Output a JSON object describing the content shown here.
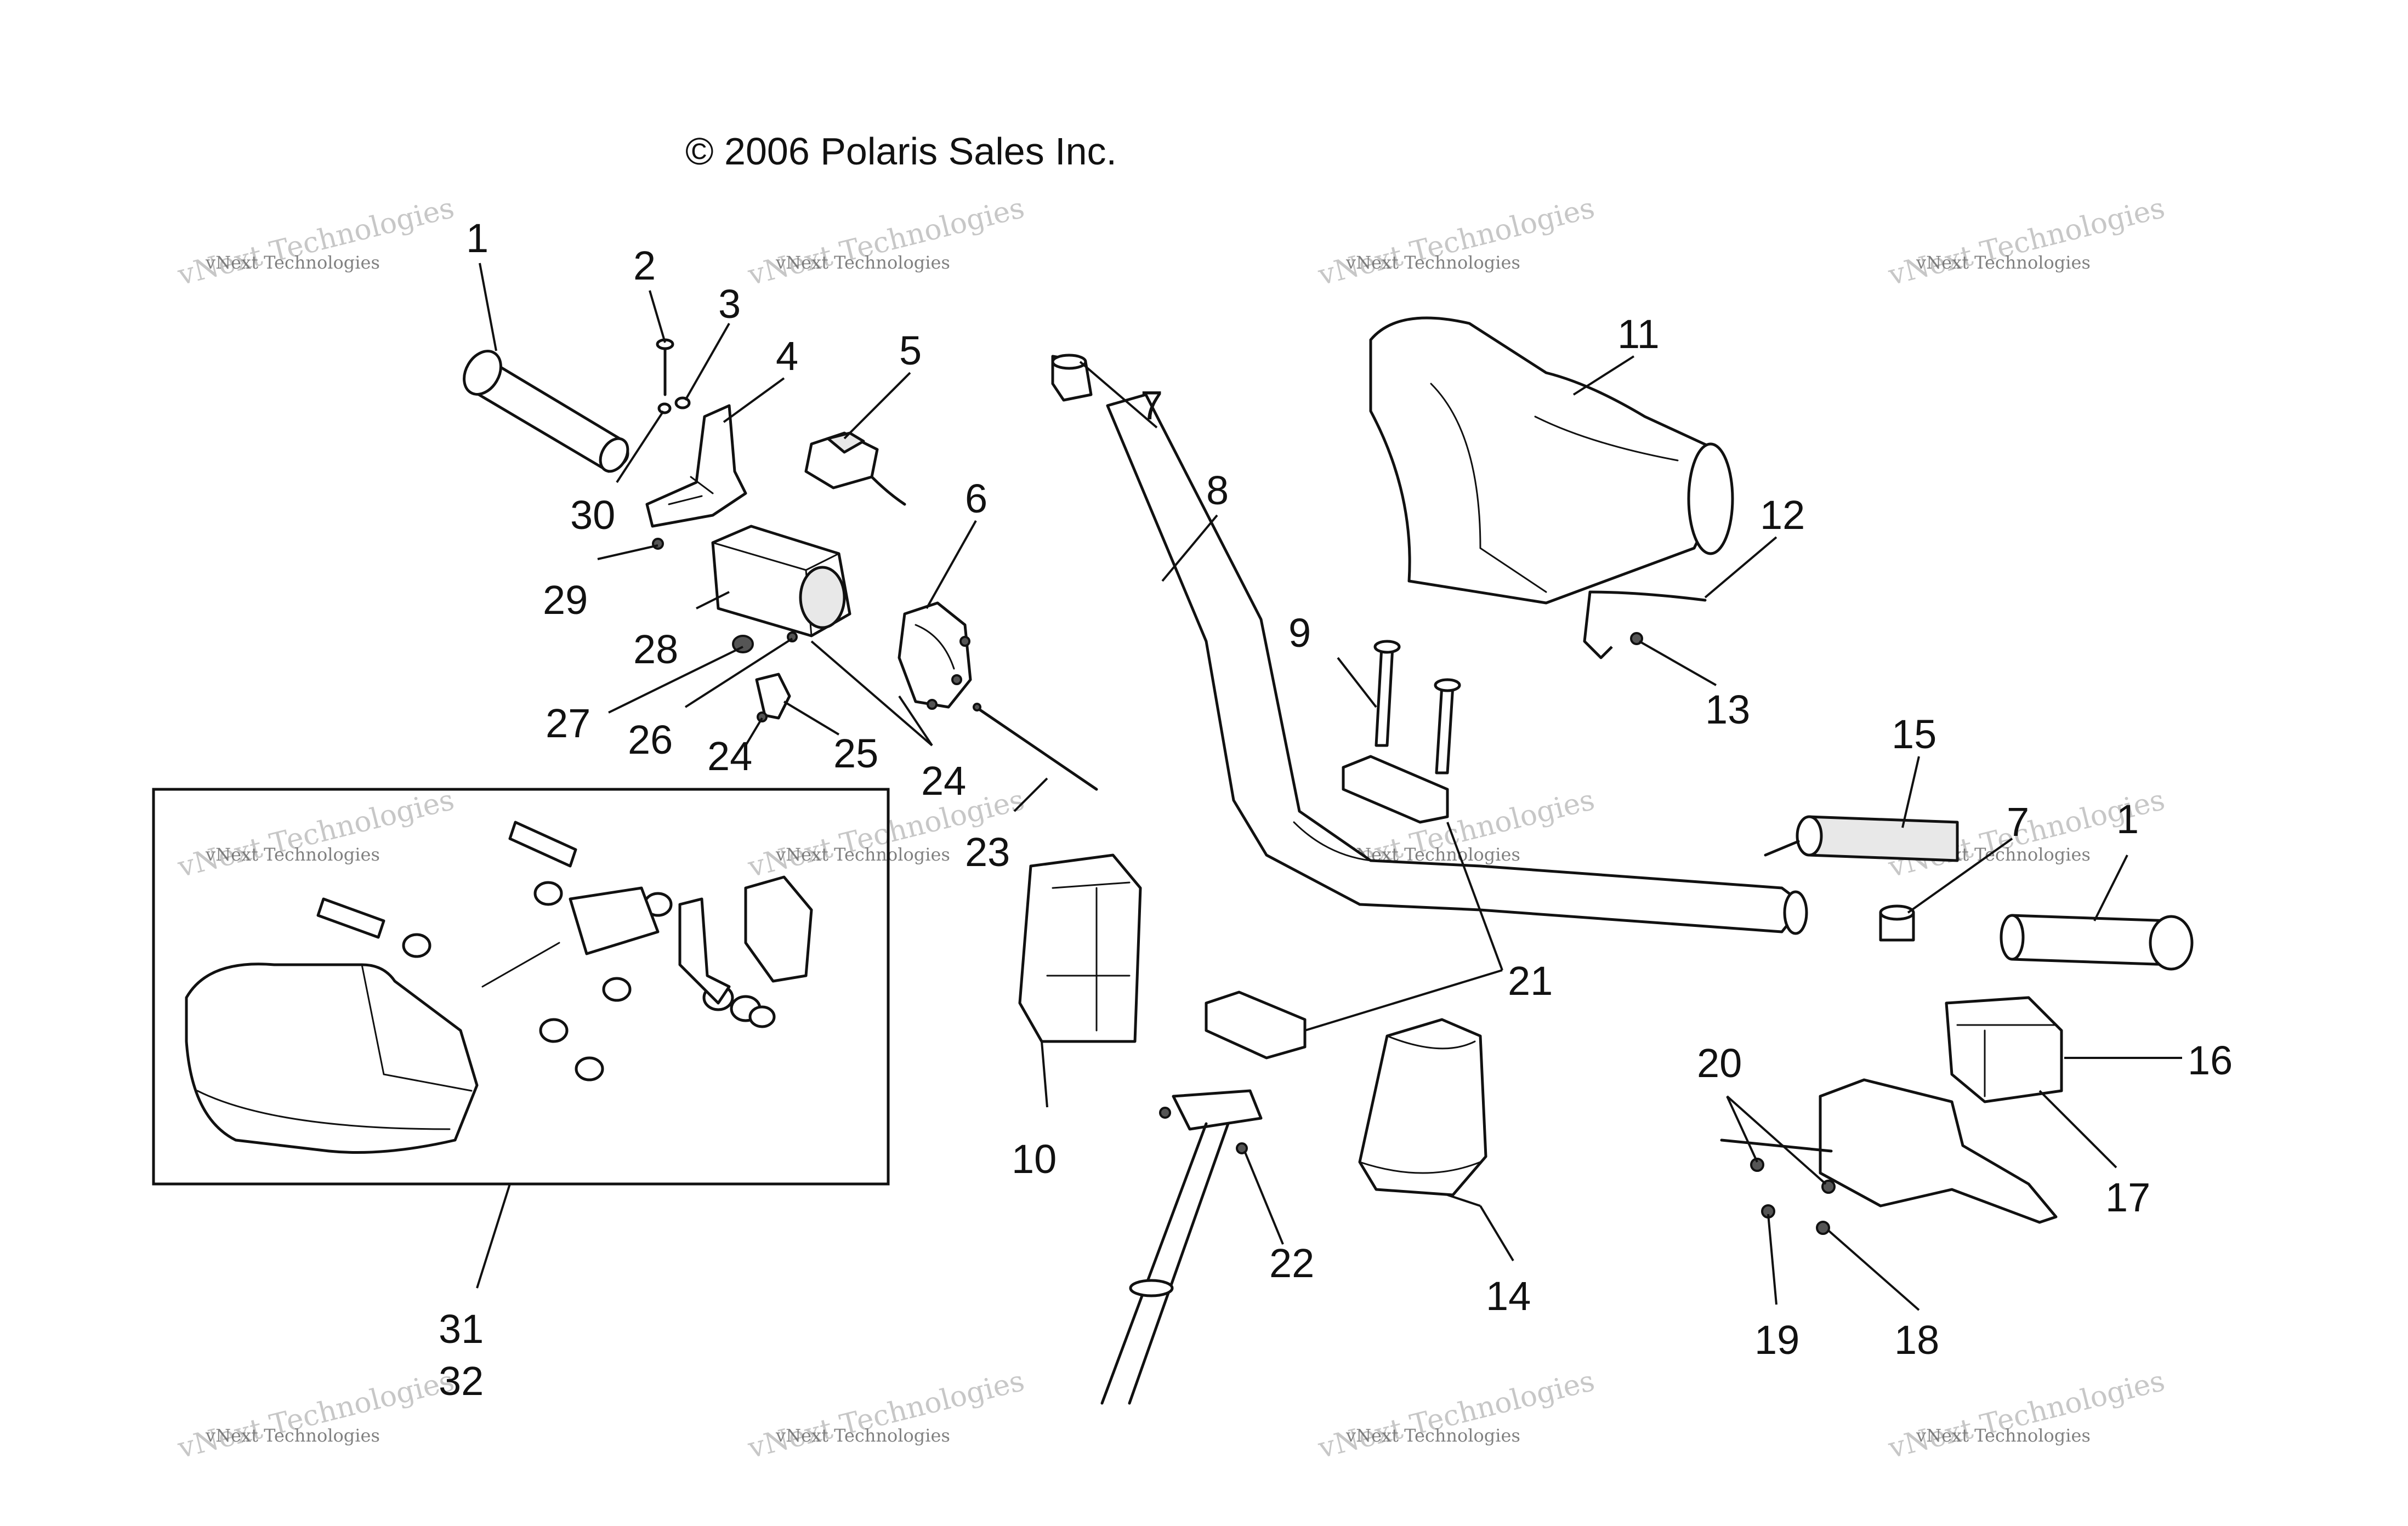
{
  "copyright": "© 2006 Polaris Sales Inc.",
  "watermark": {
    "big": "vNext Technologies",
    "small": "vNext Technologies"
  },
  "callouts": [
    "1",
    "2",
    "3",
    "4",
    "5",
    "6",
    "7",
    "8",
    "9",
    "10",
    "11",
    "12",
    "13",
    "14",
    "15",
    "16",
    "17",
    "18",
    "19",
    "20",
    "21",
    "22",
    "23",
    "24",
    "25",
    "26",
    "27",
    "28",
    "29",
    "30",
    "31",
    "32"
  ],
  "colors": {
    "ink": "#111111",
    "watermark": "#9a9a9a",
    "background": "#ffffff"
  }
}
